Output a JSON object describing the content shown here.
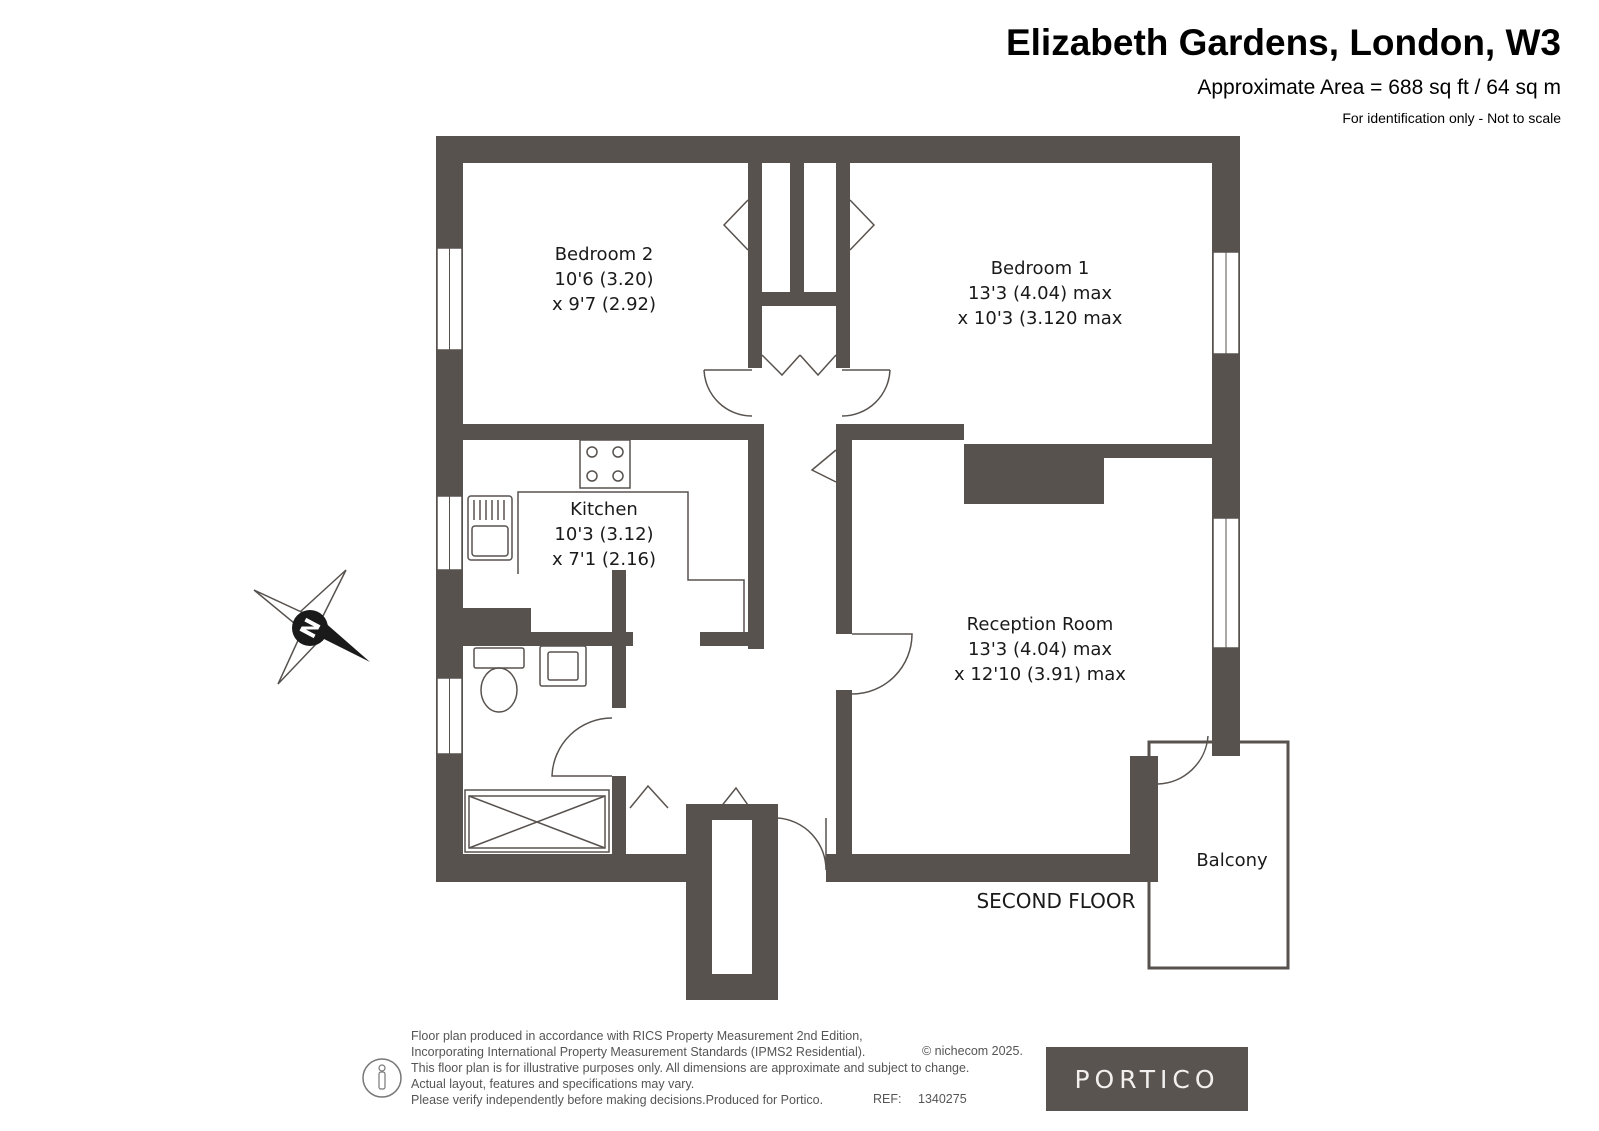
{
  "header": {
    "title": "Elizabeth Gardens, London, W3",
    "area": "Approximate Area = 688 sq ft / 64 sq m",
    "note": "For identification only - Not to scale"
  },
  "rooms": {
    "bedroom2": {
      "name": "Bedroom 2",
      "dim1": "10'6 (3.20)",
      "dim2": "x 9'7 (2.92)"
    },
    "bedroom1": {
      "name": "Bedroom 1",
      "dim1": "13'3 (4.04) max",
      "dim2": "x 10'3 (3.120 max"
    },
    "kitchen": {
      "name": "Kitchen",
      "dim1": "10'3 (3.12)",
      "dim2": "x 7'1 (2.16)"
    },
    "reception": {
      "name": "Reception Room",
      "dim1": "13'3 (4.04) max",
      "dim2": "x 12'10 (3.91) max"
    },
    "balcony": {
      "name": "Balcony"
    }
  },
  "floor_label": "SECOND FLOOR",
  "compass": {
    "letter": "N",
    "icon": "compass-icon"
  },
  "footer": {
    "lines": [
      "Floor plan produced in accordance with RICS Property Measurement 2nd Edition,",
      "Incorporating International Property Measurement Standards (IPMS2 Residential).",
      "This floor plan is for illustrative purposes only. All dimensions are approximate and subject to change.",
      "Actual layout, features and specifications may vary.",
      "Please verify independently before making decisions.Produced for Portico."
    ],
    "copyright": "© nichecom 2025.",
    "ref_label": "REF:",
    "ref_number": "1340275"
  },
  "logo": {
    "text": "PORTICO"
  },
  "colors": {
    "wall": "#58524e",
    "logo_bg": "#5a5450"
  }
}
